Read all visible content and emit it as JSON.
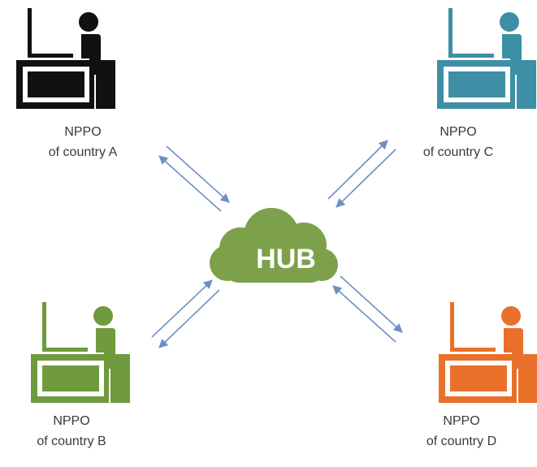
{
  "hub": {
    "label": "HUB",
    "color": "#7da04a"
  },
  "nodes": [
    {
      "id": "A",
      "line1": "NPPO",
      "line2": "of country A",
      "color": "#111111"
    },
    {
      "id": "B",
      "line1": "NPPO",
      "line2": "of country B",
      "color": "#6f9a3e"
    },
    {
      "id": "C",
      "line1": "NPPO",
      "line2": "of country C",
      "color": "#3e8ea6"
    },
    {
      "id": "D",
      "line1": "NPPO",
      "line2": "of country D",
      "color": "#e9702a"
    }
  ],
  "arrow_color": "#6d8fc4"
}
